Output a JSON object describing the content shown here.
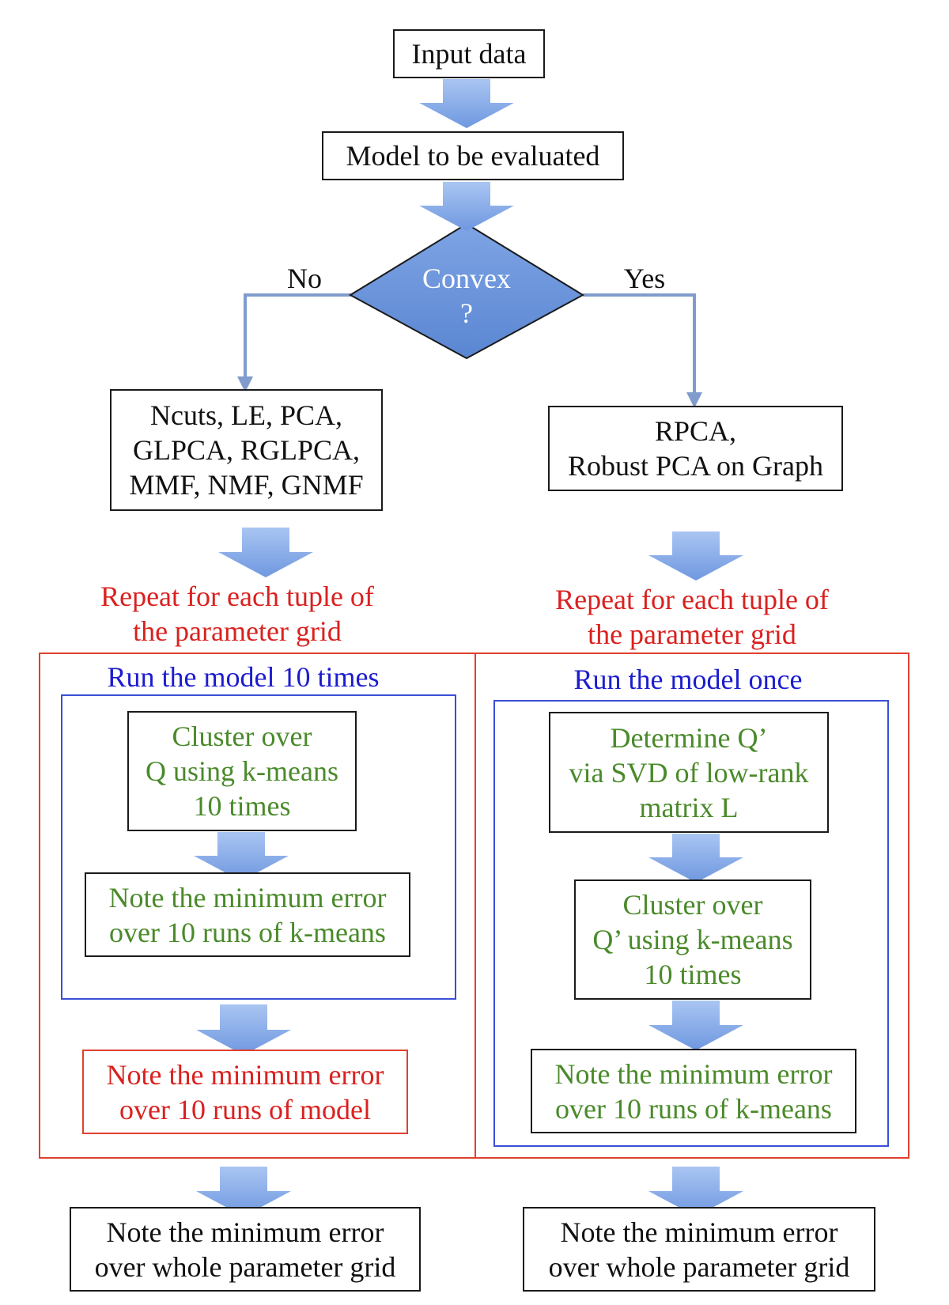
{
  "input": "Input data",
  "model": "Model to be evaluated",
  "decision": {
    "line1": "Convex",
    "line2": "?"
  },
  "no_label": "No",
  "yes_label": "Yes",
  "left": {
    "models": [
      "Ncuts, LE, PCA,",
      "GLPCA, RGLPCA,",
      "MMF, NMF, GNMF"
    ],
    "repeat": [
      "Repeat for each tuple of",
      "the parameter grid"
    ],
    "run": "Run the model 10 times",
    "cluster": [
      "Cluster over",
      "Q using k-means",
      "10 times"
    ],
    "note_kmeans": [
      "Note the minimum error",
      "over 10 runs of k-means"
    ],
    "note_model": [
      "Note the minimum error",
      "over 10 runs of model"
    ],
    "final": [
      "Note the minimum error",
      "over whole parameter grid"
    ]
  },
  "right": {
    "models": [
      "RPCA,",
      "Robust PCA on Graph"
    ],
    "repeat": [
      "Repeat for each tuple of",
      "the parameter grid"
    ],
    "run": "Run the model once",
    "determine": [
      "Determine Q’",
      "via SVD of low-rank",
      "matrix L"
    ],
    "cluster": [
      "Cluster over",
      "Q’ using k-means",
      "10 times"
    ],
    "note_kmeans": [
      "Note the minimum error",
      "over 10 runs of k-means"
    ],
    "final": [
      "Note the minimum error",
      "over whole parameter grid"
    ]
  },
  "colors": {
    "arrow_fill": "#8fb3ec",
    "decision_fill": "#6a95dc",
    "connector": "#7f9ccc",
    "red": "#d9211f",
    "blue": "#1c1ccf",
    "green": "#4a8a2a"
  }
}
